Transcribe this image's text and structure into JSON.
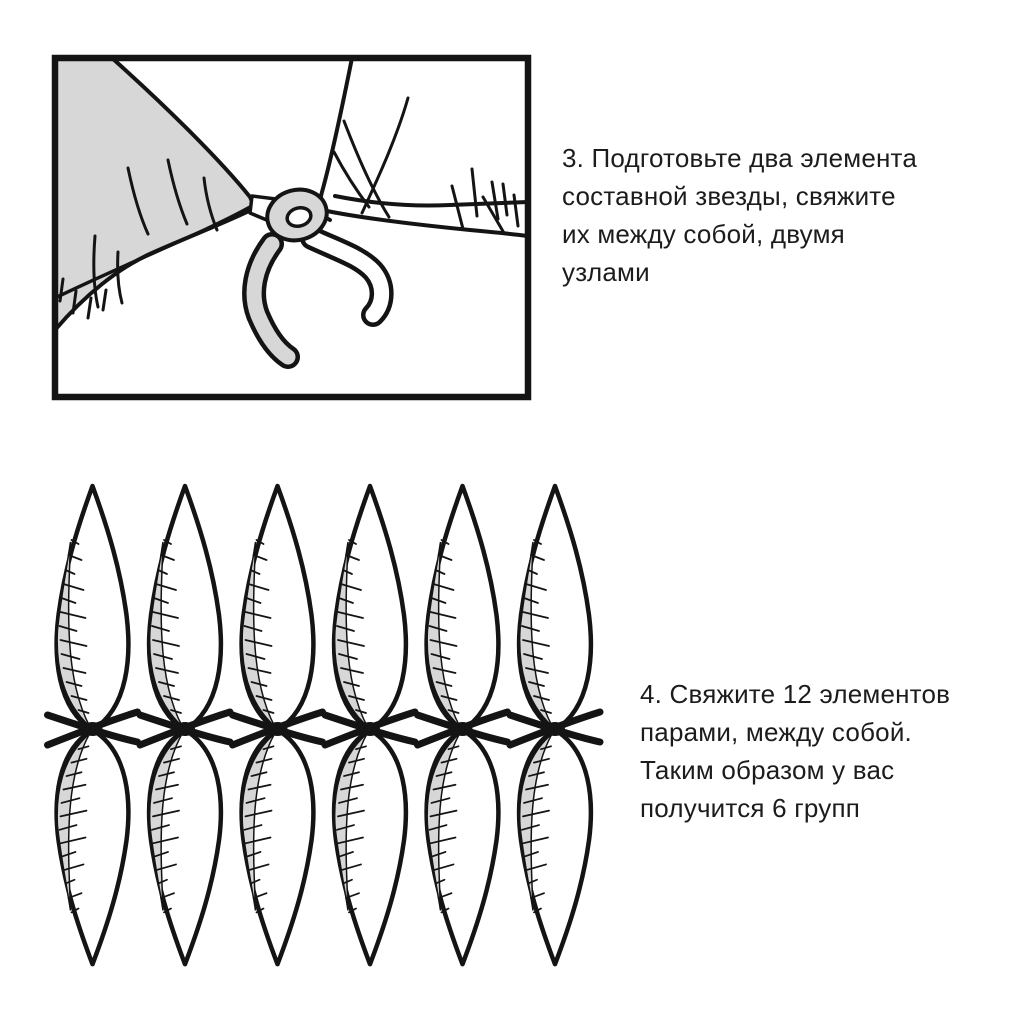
{
  "colors": {
    "background": "#ffffff",
    "ink": "#1c1c1c",
    "outline": "#141414",
    "balloon_shading": "#d7d7d7"
  },
  "steps": [
    {
      "lines": [
        "3. Подготовьте два элемента",
        "составной звезды, свяжите",
        "их между собой, двумя",
        "узлами"
      ],
      "text": "3. Подготовьте два элемента составной звезды, свяжите их между собой, двумя узлами"
    },
    {
      "lines": [
        "4. Свяжите 12 элементов",
        "парами, между собой.",
        "Таким образом у вас",
        "получится 6 групп"
      ],
      "text": "4. Свяжите 12 элементов парами, между собой. Таким образом у вас получится 6 групп"
    }
  ]
}
